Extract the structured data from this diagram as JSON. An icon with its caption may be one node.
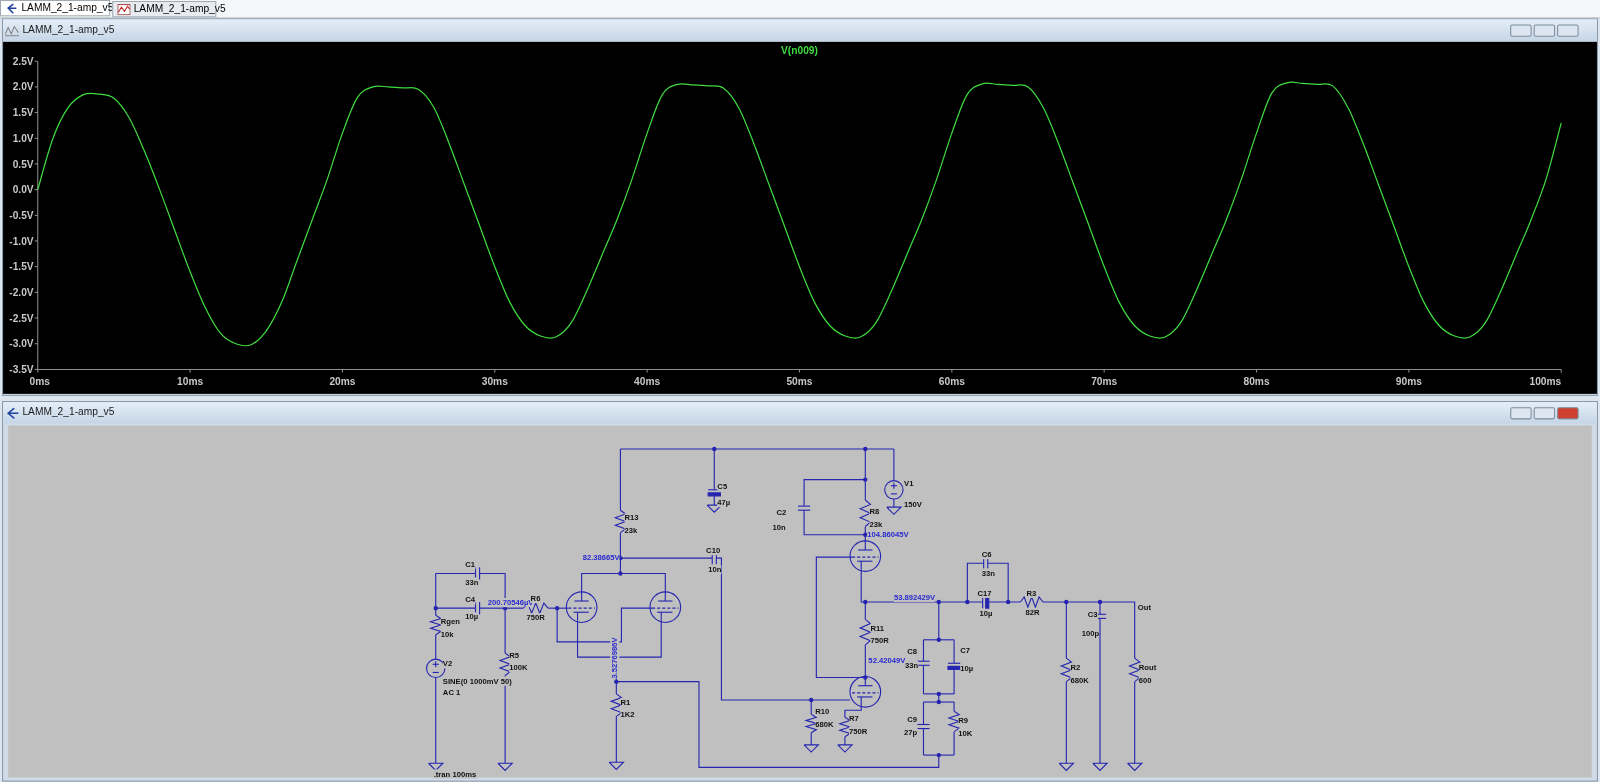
{
  "diagram": {
    "labels": [
      "LAMM_2_1-amp_v5",
      "LAMM_2_1-amp_v5",
      "LAMM_2_1-amp_v5",
      "LAMM_2_1-amp_v5",
      "C5",
      "47µ",
      "V1",
      "150V",
      "R13",
      "23k",
      "C2",
      "10n",
      "R8",
      "23k",
      "104.86045V",
      "82.38665V",
      "C10",
      "10n",
      "C6",
      "33n",
      "53.892429V",
      "C1",
      "33n",
      "C4",
      "10µ",
      "200.70546µV",
      "R6",
      "750R",
      "C17",
      "10µ",
      "R3",
      "82R",
      "Out",
      "C3",
      "100p",
      "Rgen",
      "10k",
      "R11",
      "750R",
      "V2",
      "SINE(0 1000mV 50)",
      "AC 1",
      "R5",
      "100K",
      "3.5276986V",
      "52.42049V",
      "C8",
      "33n",
      "C7",
      "10µ",
      "R2",
      "680K",
      "Rout",
      "600",
      "R1",
      "1K2",
      "R10",
      "680K",
      "R7",
      "750R",
      "C9",
      "27p",
      "R9",
      "10K",
      ".tran 100ms"
    ],
    "chart_data": {
      "type": "line",
      "x": [
        0,
        1,
        2,
        3,
        4,
        5,
        6,
        7,
        8,
        9,
        10,
        11,
        12,
        13,
        14,
        15,
        16,
        17,
        18,
        19,
        20,
        21,
        22,
        23,
        24,
        25,
        26,
        27,
        28,
        29,
        30,
        31,
        32,
        33,
        34,
        35,
        36,
        37,
        38,
        39,
        40,
        41,
        42,
        43,
        44,
        45,
        46,
        47,
        48,
        49,
        50,
        51,
        52,
        53,
        54,
        55,
        56,
        57,
        58,
        59,
        60,
        61,
        62,
        63,
        64,
        65,
        66,
        67,
        68,
        69,
        70,
        71,
        72,
        73,
        74,
        75,
        76,
        77,
        78,
        79,
        80,
        81,
        82,
        83,
        84,
        85,
        86,
        87,
        88,
        89,
        90,
        91,
        92,
        93,
        94,
        95,
        96,
        97,
        98,
        99,
        100
      ],
      "series": [
        {
          "name": "V(n009)",
          "color": "#3fdc3f",
          "values": [
            0.0,
            1.0,
            1.6,
            1.85,
            1.86,
            1.78,
            1.4,
            0.75,
            0.0,
            -0.8,
            -1.6,
            -2.3,
            -2.8,
            -3.0,
            -3.02,
            -2.75,
            -2.2,
            -1.4,
            -0.6,
            0.2,
            1.1,
            1.8,
            2.0,
            2.0,
            1.98,
            1.95,
            1.6,
            0.9,
            0.1,
            -0.7,
            -1.5,
            -2.2,
            -2.65,
            -2.85,
            -2.87,
            -2.6,
            -2.0,
            -1.3,
            -0.6,
            0.2,
            1.1,
            1.85,
            2.05,
            2.04,
            2.02,
            1.98,
            1.6,
            0.9,
            0.1,
            -0.7,
            -1.5,
            -2.2,
            -2.65,
            -2.85,
            -2.87,
            -2.6,
            -2.0,
            -1.3,
            -0.6,
            0.2,
            1.1,
            1.85,
            2.06,
            2.05,
            2.03,
            2.0,
            1.6,
            0.9,
            0.1,
            -0.7,
            -1.5,
            -2.2,
            -2.65,
            -2.85,
            -2.87,
            -2.6,
            -2.0,
            -1.3,
            -0.6,
            0.2,
            1.1,
            1.88,
            2.08,
            2.07,
            2.05,
            2.02,
            1.6,
            0.9,
            0.1,
            -0.7,
            -1.5,
            -2.2,
            -2.65,
            -2.85,
            -2.87,
            -2.6,
            -2.0,
            -1.3,
            -0.6,
            0.2,
            1.3
          ]
        }
      ],
      "xlim": [
        0,
        100
      ],
      "ylim": [
        -3.5,
        2.5
      ],
      "xticks": [
        {
          "value": 0,
          "label": "0ms"
        },
        {
          "value": 10,
          "label": "10ms"
        },
        {
          "value": 20,
          "label": "20ms"
        },
        {
          "value": 30,
          "label": "30ms"
        },
        {
          "value": 40,
          "label": "40ms"
        },
        {
          "value": 50,
          "label": "50ms"
        },
        {
          "value": 60,
          "label": "60ms"
        },
        {
          "value": 70,
          "label": "70ms"
        },
        {
          "value": 80,
          "label": "80ms"
        },
        {
          "value": 90,
          "label": "90ms"
        },
        {
          "value": 100,
          "label": "100ms"
        }
      ],
      "yticks": [
        {
          "value": 2.5,
          "label": "2.5V"
        },
        {
          "value": 2.0,
          "label": "2.0V"
        },
        {
          "value": 1.5,
          "label": "1.5V"
        },
        {
          "value": 1.0,
          "label": "1.0V"
        },
        {
          "value": 0.5,
          "label": "0.5V"
        },
        {
          "value": 0.0,
          "label": "0.0V"
        },
        {
          "value": -0.5,
          "label": "-0.5V"
        },
        {
          "value": -1.0,
          "label": "-1.0V"
        },
        {
          "value": -1.5,
          "label": "-1.5V"
        },
        {
          "value": -2.0,
          "label": "-2.0V"
        },
        {
          "value": -2.5,
          "label": "-2.5V"
        },
        {
          "value": -3.0,
          "label": "-3.0V"
        },
        {
          "value": -3.5,
          "label": "-3.5V"
        }
      ]
    }
  }
}
